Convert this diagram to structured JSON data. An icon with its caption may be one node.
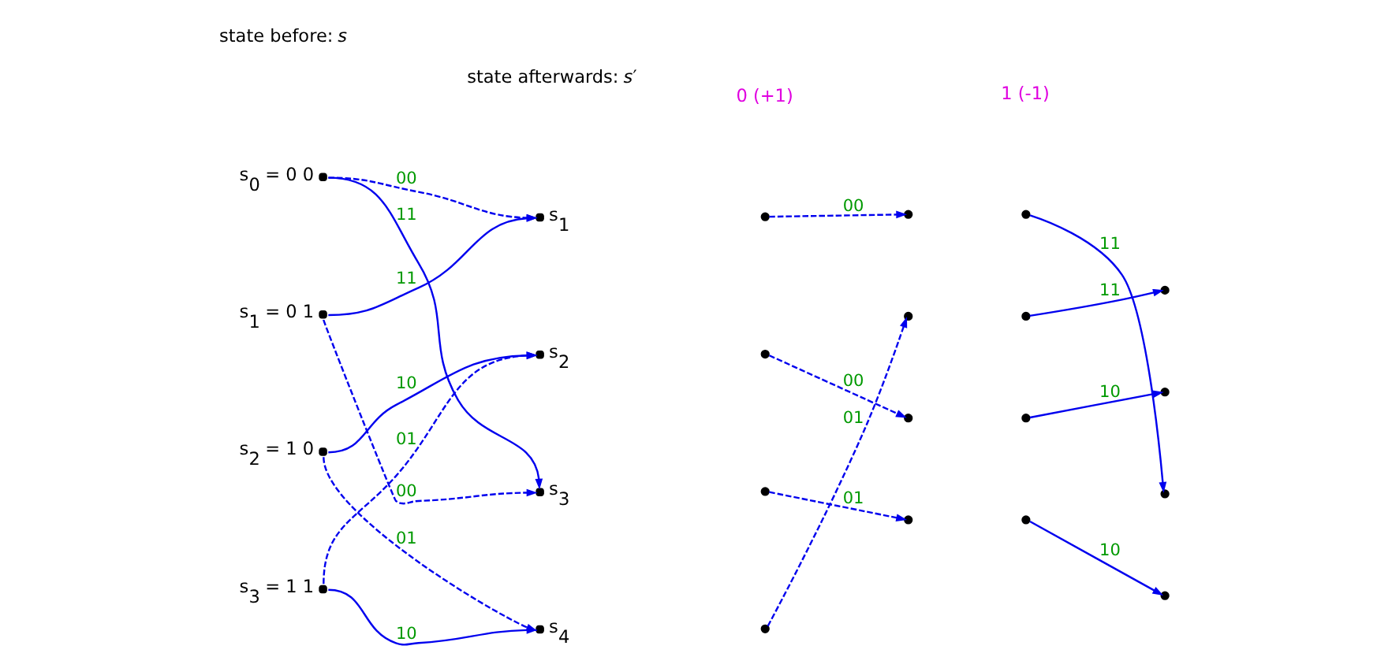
{
  "diagram": {
    "nodes": [
      {
        "text": [],
        "shape": "circle",
        "beside": [
          "s$_{0}$ = 0 0"
        ]
      },
      {
        "text": [],
        "shape": "circle",
        "beside": [
          "s$_{1}$ = 0 1"
        ]
      },
      {
        "text": [],
        "shape": "circle",
        "beside": [
          "s$_{2}$ = 1 0"
        ]
      },
      {
        "text": [],
        "shape": "circle",
        "beside": [
          "s$_{3}$ = 1 1"
        ]
      },
      {
        "text": [],
        "shape": "circle",
        "beside": [
          "s$_{1}$"
        ]
      },
      {
        "text": [],
        "shape": "circle",
        "beside": [
          "s$_{2}$"
        ]
      },
      {
        "text": [],
        "shape": "circle",
        "beside": [
          "s$_{3}$"
        ]
      },
      {
        "text": [],
        "shape": "circle",
        "beside": [
          "s$_{4}$"
        ]
      },
      {
        "text": [],
        "shape": "circle"
      },
      {
        "text": [],
        "shape": "circle"
      },
      {
        "text": [],
        "shape": "circle"
      },
      {
        "text": [],
        "shape": "circle"
      },
      {
        "text": [],
        "shape": "circle"
      },
      {
        "text": [],
        "shape": "circle"
      },
      {
        "text": [],
        "shape": "circle"
      },
      {
        "text": [],
        "shape": "circle"
      },
      {
        "text": [],
        "shape": "circle"
      },
      {
        "text": [],
        "shape": "circle"
      },
      {
        "text": [],
        "shape": "circle"
      },
      {
        "text": [],
        "shape": "circle"
      },
      {
        "text": [],
        "shape": "circle"
      },
      {
        "text": [],
        "shape": "circle"
      },
      {
        "text": [],
        "shape": "circle"
      },
      {
        "text": [],
        "shape": "circle"
      }
    ],
    "edges": [
      {
        "from": 0,
        "to": 4,
        "arrow": "to",
        "label": "00",
        "style": "dashed"
      },
      {
        "from": 0,
        "to": 6,
        "arrow": "to",
        "label": "11"
      },
      {
        "from": 1,
        "to": 4,
        "arrow": "to",
        "label": "11"
      },
      {
        "from": 1,
        "to": 6,
        "arrow": "to",
        "label": "00",
        "style": "dashed"
      },
      {
        "from": 2,
        "to": 5,
        "arrow": "to",
        "label": "10"
      },
      {
        "from": 2,
        "to": 7,
        "arrow": "to",
        "label": "01",
        "style": "dashed"
      },
      {
        "from": 3,
        "to": 5,
        "arrow": "to",
        "label": "01",
        "style": "dashed"
      },
      {
        "from": 3,
        "to": 7,
        "arrow": "to",
        "label": "10"
      },
      {
        "from": 8,
        "to": 12,
        "arrow": "to",
        "label": "00",
        "style": "dashed"
      },
      {
        "from": 9,
        "to": 14,
        "arrow": "to",
        "label": "00",
        "style": "dashed"
      },
      {
        "from": 10,
        "to": 15,
        "arrow": "to",
        "label": "01",
        "style": "dashed"
      },
      {
        "from": 11,
        "to": 13,
        "arrow": "to",
        "label": "01",
        "style": "dashed"
      },
      {
        "from": 16,
        "to": 22,
        "arrow": "to",
        "label": "11"
      },
      {
        "from": 17,
        "to": 20,
        "arrow": "to",
        "label": "11"
      },
      {
        "from": 18,
        "to": 21,
        "arrow": "to",
        "label": "10"
      },
      {
        "from": 19,
        "to": 23,
        "arrow": "to",
        "label": "10"
      }
    ],
    "labels": [
      "state before: *s*",
      "state afterwards: *s*′",
      "0 (+1)",
      "1 (-1)"
    ]
  }
}
